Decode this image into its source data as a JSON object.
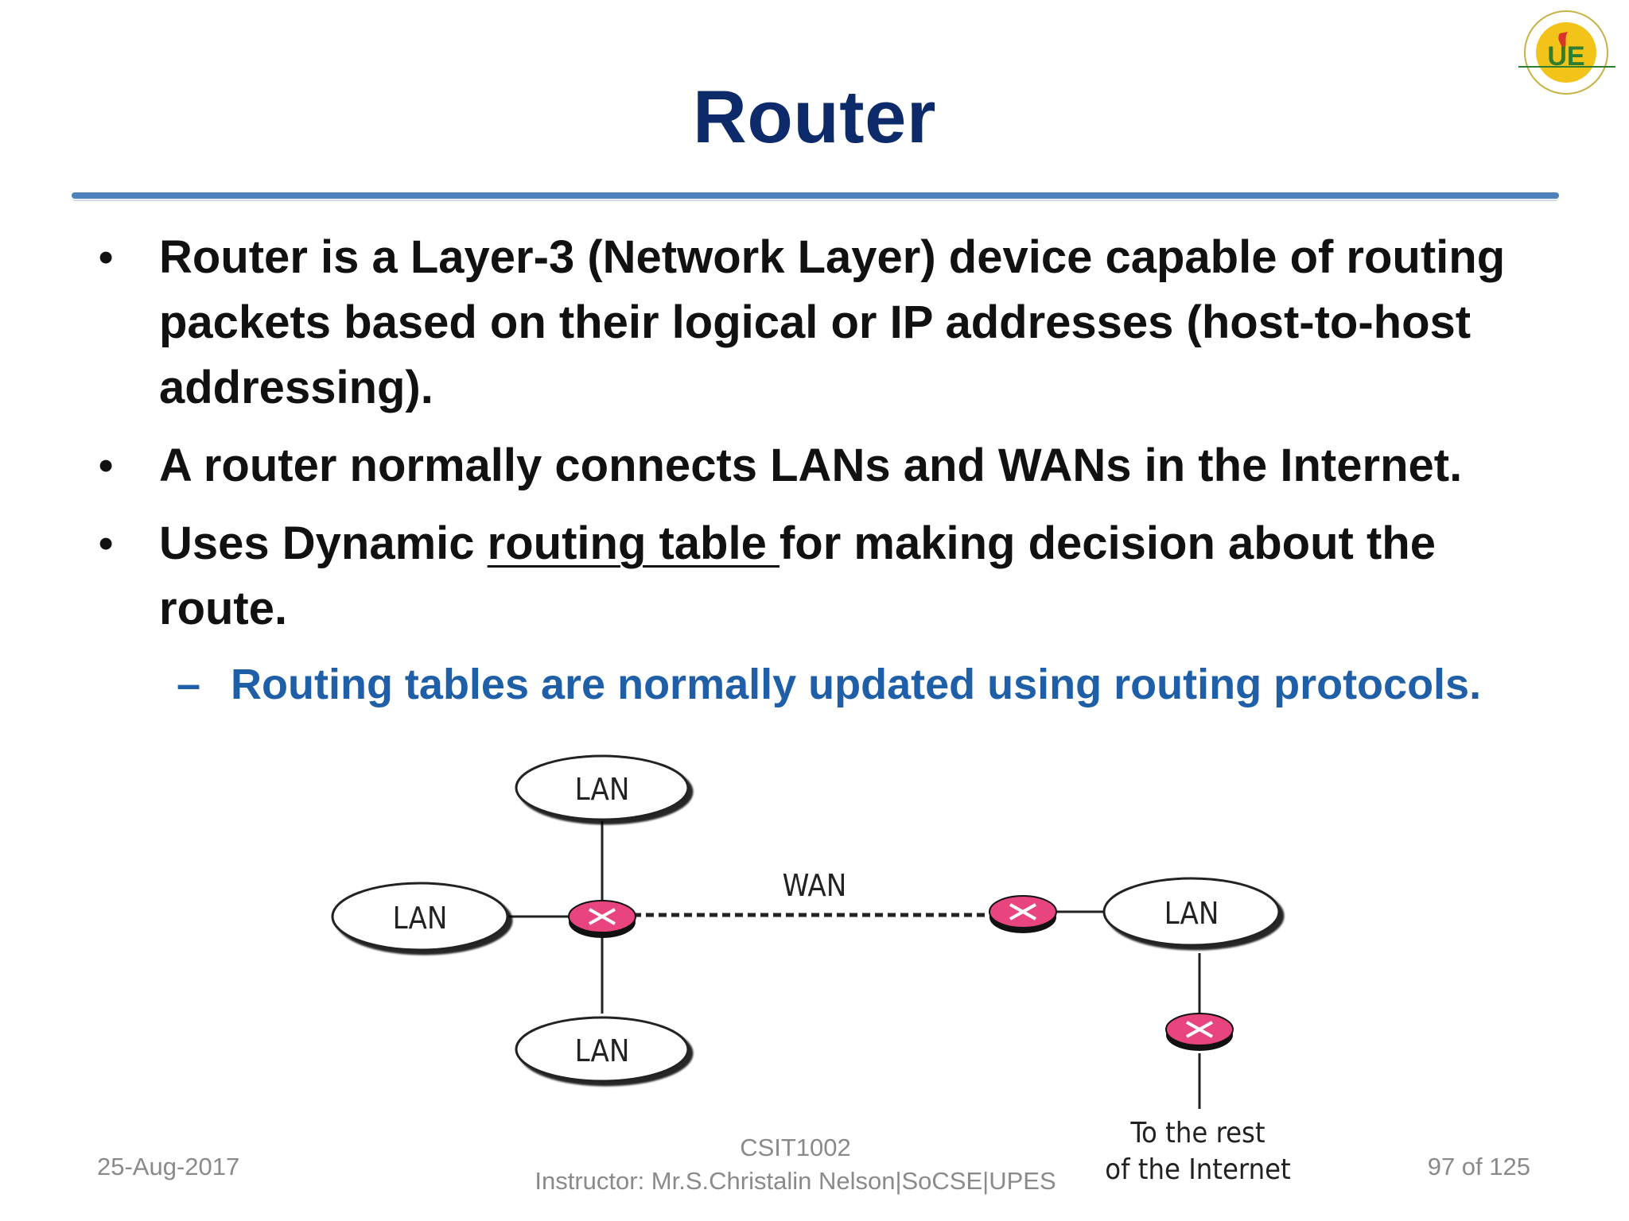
{
  "slide": {
    "title": "Router",
    "bullets": [
      {
        "text": "Router is a Layer-3 (Network Layer) device capable of routing packets based on their logical or IP addresses (host-to-host addressing)."
      },
      {
        "text": "A router normally connects LANs and WANs in the Internet."
      },
      {
        "pre": "Uses Dynamic ",
        "underlined": "routing table ",
        "post": "for making decision about the route."
      }
    ],
    "sub_bullet": "Routing tables are normally updated using routing protocols.",
    "bullet_symbol": "•",
    "sub_bullet_symbol": "–",
    "colors": {
      "title": "#0d2a6b",
      "rule": "#4f81bd",
      "sub_bullet": "#1f5fa8",
      "router": "#e8457f",
      "footer": "#8a8a8a"
    }
  },
  "diagram": {
    "lan_label": "LAN",
    "wan_label": "WAN",
    "internet_label_line1": "To the rest",
    "internet_label_line2": "of the Internet",
    "router_count": 3,
    "lan_count": 4
  },
  "logo": {
    "text": "UE",
    "icon": "university-seal-icon"
  },
  "footer": {
    "date": "25-Aug-2017",
    "course": "CSIT1002",
    "instructor": "Instructor: Mr.S.Christalin Nelson|SoCSE|UPES",
    "page": "97 of 125"
  }
}
